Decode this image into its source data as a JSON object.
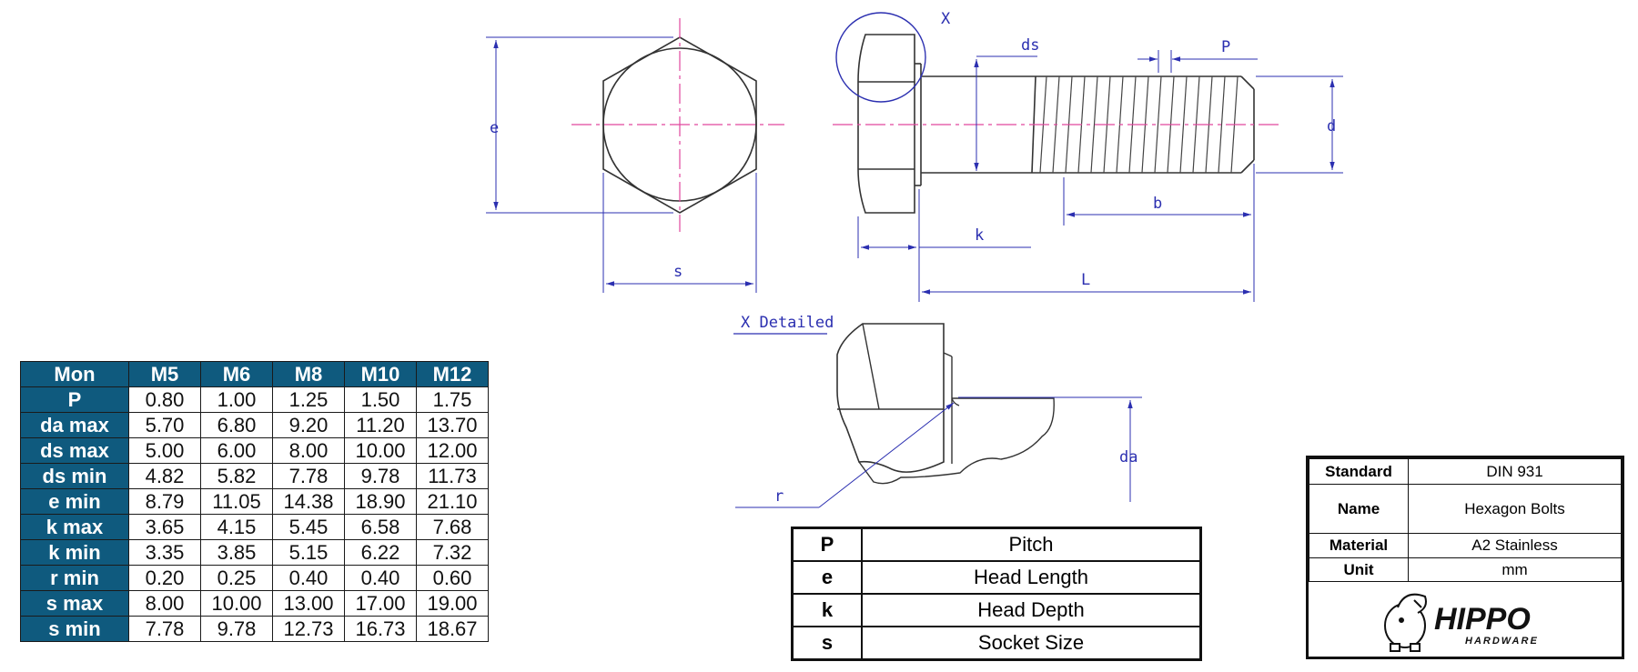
{
  "drawing": {
    "labels": {
      "e": "e",
      "s": "s",
      "x": "X",
      "ds": "ds",
      "p": "P",
      "d": "d",
      "b": "b",
      "k": "k",
      "l": "L",
      "detail": "X Detailed",
      "r": "r",
      "da": "da"
    }
  },
  "spec_table": {
    "corner": "Mon",
    "columns": [
      "M5",
      "M6",
      "M8",
      "M10",
      "M12"
    ],
    "rows": [
      {
        "label": "P",
        "values": [
          "0.80",
          "1.00",
          "1.25",
          "1.50",
          "1.75"
        ]
      },
      {
        "label": "da max",
        "values": [
          "5.70",
          "6.80",
          "9.20",
          "11.20",
          "13.70"
        ]
      },
      {
        "label": "ds max",
        "values": [
          "5.00",
          "6.00",
          "8.00",
          "10.00",
          "12.00"
        ]
      },
      {
        "label": "ds min",
        "values": [
          "4.82",
          "5.82",
          "7.78",
          "9.78",
          "11.73"
        ]
      },
      {
        "label": "e min",
        "values": [
          "8.79",
          "11.05",
          "14.38",
          "18.90",
          "21.10"
        ]
      },
      {
        "label": "k max",
        "values": [
          "3.65",
          "4.15",
          "5.45",
          "6.58",
          "7.68"
        ]
      },
      {
        "label": "k min",
        "values": [
          "3.35",
          "3.85",
          "5.15",
          "6.22",
          "7.32"
        ]
      },
      {
        "label": "r min",
        "values": [
          "0.20",
          "0.25",
          "0.40",
          "0.40",
          "0.60"
        ]
      },
      {
        "label": "s max",
        "values": [
          "8.00",
          "10.00",
          "13.00",
          "17.00",
          "19.00"
        ]
      },
      {
        "label": "s min",
        "values": [
          "7.78",
          "9.78",
          "12.73",
          "16.73",
          "18.67"
        ]
      }
    ]
  },
  "legend": [
    {
      "symbol": "P",
      "desc": "Pitch"
    },
    {
      "symbol": "e",
      "desc": "Head Length"
    },
    {
      "symbol": "k",
      "desc": "Head Depth"
    },
    {
      "symbol": "s",
      "desc": "Socket Size"
    }
  ],
  "info": {
    "standard_label": "Standard",
    "standard": "DIN 931",
    "name_label": "Name",
    "name": "Hexagon Bolts",
    "material_label": "Material",
    "material": "A2 Stainless",
    "unit_label": "Unit",
    "unit": "mm",
    "brand": "HIPPO",
    "brand_sub": "HARDWARE"
  },
  "colors": {
    "dimension": "#2b2fb0",
    "centerline": "#e0479e",
    "header": "#0f5a7e"
  }
}
